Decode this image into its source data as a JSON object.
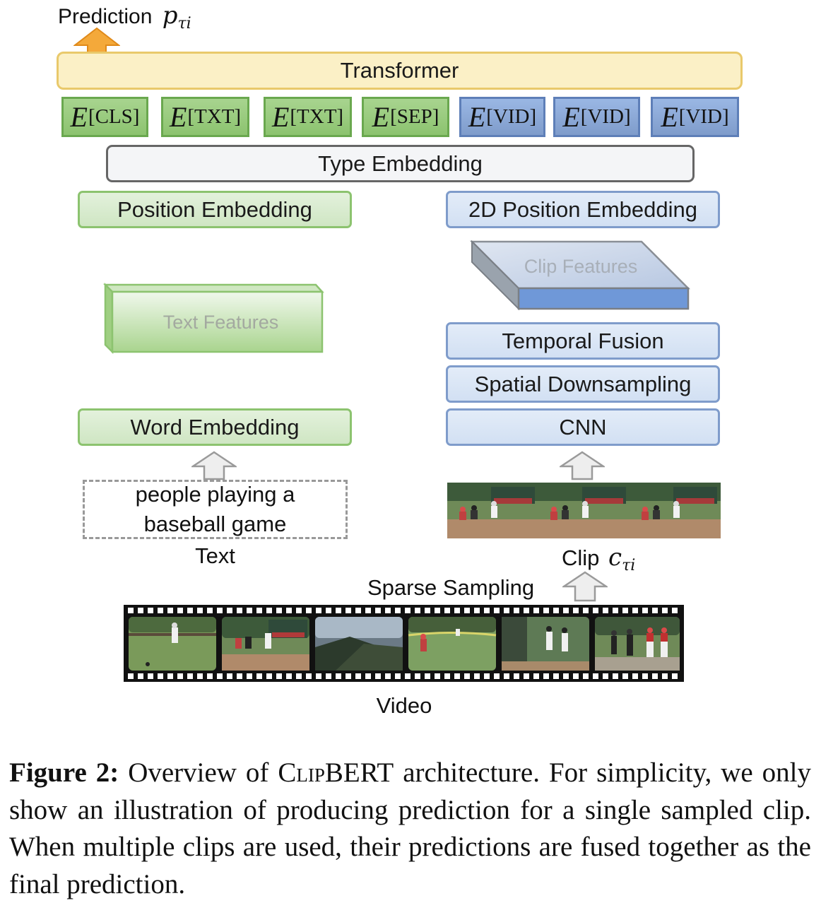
{
  "prediction": {
    "label": "Prediction",
    "symbol": "p",
    "subscript": "τi"
  },
  "transformer": {
    "label": "Transformer"
  },
  "tokens": [
    {
      "base": "E",
      "sub": "[CLS]",
      "modality": "text"
    },
    {
      "base": "E",
      "sub": "[TXT]",
      "modality": "text"
    },
    {
      "base": "E",
      "sub": "[TXT]",
      "modality": "text"
    },
    {
      "base": "E",
      "sub": "[SEP]",
      "modality": "text"
    },
    {
      "base": "E",
      "sub": "[VID]",
      "modality": "video"
    },
    {
      "base": "E",
      "sub": "[VID]",
      "modality": "video"
    },
    {
      "base": "E",
      "sub": "[VID]",
      "modality": "video"
    }
  ],
  "type_embedding": {
    "label": "Type Embedding"
  },
  "position_embedding": {
    "label": "Position Embedding"
  },
  "position_embedding_2d": {
    "label": "2D Position Embedding"
  },
  "text_features": {
    "label": "Text Features"
  },
  "clip_features": {
    "label": "Clip Features"
  },
  "temporal_fusion": {
    "label": "Temporal Fusion"
  },
  "spatial_downsampling": {
    "label": "Spatial Downsampling"
  },
  "word_embedding": {
    "label": "Word Embedding"
  },
  "cnn": {
    "label": "CNN"
  },
  "text_input": {
    "line1": "people playing a",
    "line2": "baseball game",
    "caption": "Text"
  },
  "clip": {
    "label": "Clip",
    "symbol": "c",
    "subscript": "τi"
  },
  "sparse_sampling": {
    "label": "Sparse Sampling"
  },
  "video": {
    "label": "Video"
  },
  "caption": {
    "figure_label": "Figure 2:",
    "text_before": "Overview of",
    "model_name": "ClipBERT",
    "text_after": "architecture. For simplicity, we only show an illustration of producing prediction for a single sampled clip. When multiple clips are used, their predictions are fused together as the final prediction."
  },
  "colors": {
    "text_green": "#8cc36f",
    "video_blue": "#7f9ccb",
    "transformer_yellow": "#fbf0c6",
    "arrow_orange": "#f4a93a",
    "arrow_gray": "#b0b0b0"
  }
}
